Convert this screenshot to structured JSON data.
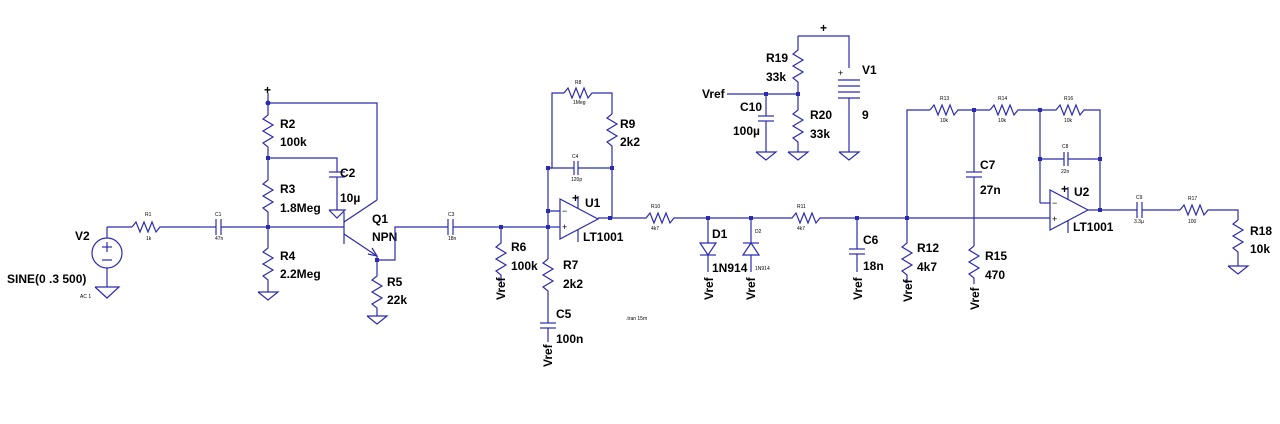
{
  "colors": {
    "wire": "#2b2bb0",
    "text": "#000000",
    "background": "#ffffff"
  },
  "components": {
    "V2": {
      "name": "V2",
      "value": "SINE(0 .3 500)",
      "extra": "AC 1"
    },
    "R1": {
      "name": "R1",
      "value": "1k"
    },
    "C1": {
      "name": "C1",
      "value": "47n"
    },
    "R2": {
      "name": "R2",
      "value": "100k"
    },
    "R3": {
      "name": "R3",
      "value": "1.8Meg"
    },
    "R4": {
      "name": "R4",
      "value": "2.2Meg"
    },
    "C2": {
      "name": "C2",
      "value": "10µ"
    },
    "Q1": {
      "name": "Q1",
      "value": "NPN"
    },
    "R5": {
      "name": "R5",
      "value": "22k"
    },
    "C3": {
      "name": "C3",
      "value": "18n"
    },
    "R6": {
      "name": "R6",
      "value": "100k"
    },
    "R7": {
      "name": "R7",
      "value": "2k2"
    },
    "C5": {
      "name": "C5",
      "value": "100n"
    },
    "R8": {
      "name": "R8",
      "value": "1Meg"
    },
    "R9": {
      "name": "R9",
      "value": "2k2"
    },
    "C4": {
      "name": "C4",
      "value": "120p"
    },
    "U1": {
      "name": "U1",
      "value": "LT1001"
    },
    "R10": {
      "name": "R10",
      "value": "4k7"
    },
    "D1": {
      "name": "D1",
      "value": "1N914"
    },
    "D2": {
      "name": "D2",
      "value": "1N914"
    },
    "R11": {
      "name": "R11",
      "value": "4k7"
    },
    "C6": {
      "name": "C6",
      "value": "18n"
    },
    "R12": {
      "name": "R12",
      "value": "4k7"
    },
    "R13": {
      "name": "R13",
      "value": "10k"
    },
    "R14": {
      "name": "R14",
      "value": "10k"
    },
    "R16": {
      "name": "R16",
      "value": "10k"
    },
    "C7": {
      "name": "C7",
      "value": "27n"
    },
    "R15": {
      "name": "R15",
      "value": "470"
    },
    "C8": {
      "name": "C8",
      "value": "22n"
    },
    "U2": {
      "name": "U2",
      "value": "LT1001"
    },
    "C9": {
      "name": "C9",
      "value": "3.3µ"
    },
    "R17": {
      "name": "R17",
      "value": "100"
    },
    "R18": {
      "name": "R18",
      "value": "10k"
    },
    "R19": {
      "name": "R19",
      "value": "33k"
    },
    "R20": {
      "name": "R20",
      "value": "33k"
    },
    "C10": {
      "name": "C10",
      "value": "100µ"
    },
    "V1": {
      "name": "V1",
      "value": "9"
    }
  },
  "nets": {
    "vref": "Vref",
    "supply": "+"
  },
  "directive": ".tran 15m",
  "opamp_signs": {
    "plus": "+",
    "minus": "−"
  }
}
